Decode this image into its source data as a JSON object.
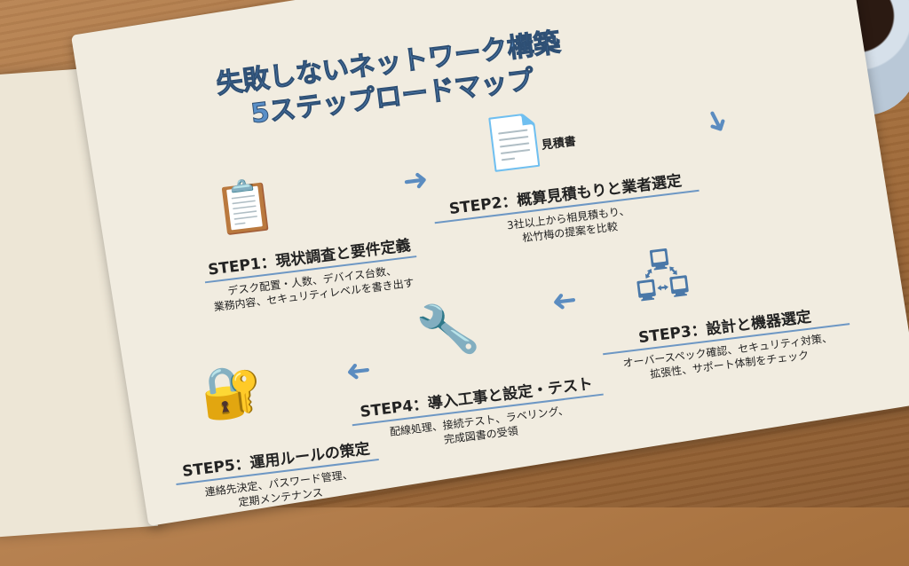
{
  "title": {
    "line1": "失敗しないネットワーク構築",
    "line2": "5ステップロードマップ"
  },
  "steps": [
    {
      "title": "STEP1：現状調査と要件定義",
      "desc1": "デスク配置・人数、デバイス台数、",
      "desc2": "業務内容、セキュリティレベルを書き出す",
      "icon": "clipboard-floorplan-icon"
    },
    {
      "title": "STEP2：概算見積もりと業者選定",
      "desc1": "3社以上から相見積もり、",
      "desc2": "松竹梅の提案を比較",
      "icon": "estimate-documents-icon",
      "doc_label": "見積書"
    },
    {
      "title": "STEP3：設計と機器選定",
      "desc1": "オーバースペック確認、セキュリティ対策、",
      "desc2": "拡張性、サポート体制をチェック",
      "icon": "router-network-icon"
    },
    {
      "title": "STEP4：導入工事と設定・テスト",
      "desc1": "配線処理、接続テスト、ラベリング、",
      "desc2": "完成図書の受領",
      "icon": "wrench-wifi-icon"
    },
    {
      "title": "STEP5：運用ルールの策定",
      "desc1": "連絡先決定、パスワード管理、",
      "desc2": "定期メンテナンス",
      "icon": "key-lock-shield-icon"
    }
  ],
  "colors": {
    "accent": "#5a8fc7",
    "paper": "#f1ece0",
    "desk": "#a8723f"
  }
}
